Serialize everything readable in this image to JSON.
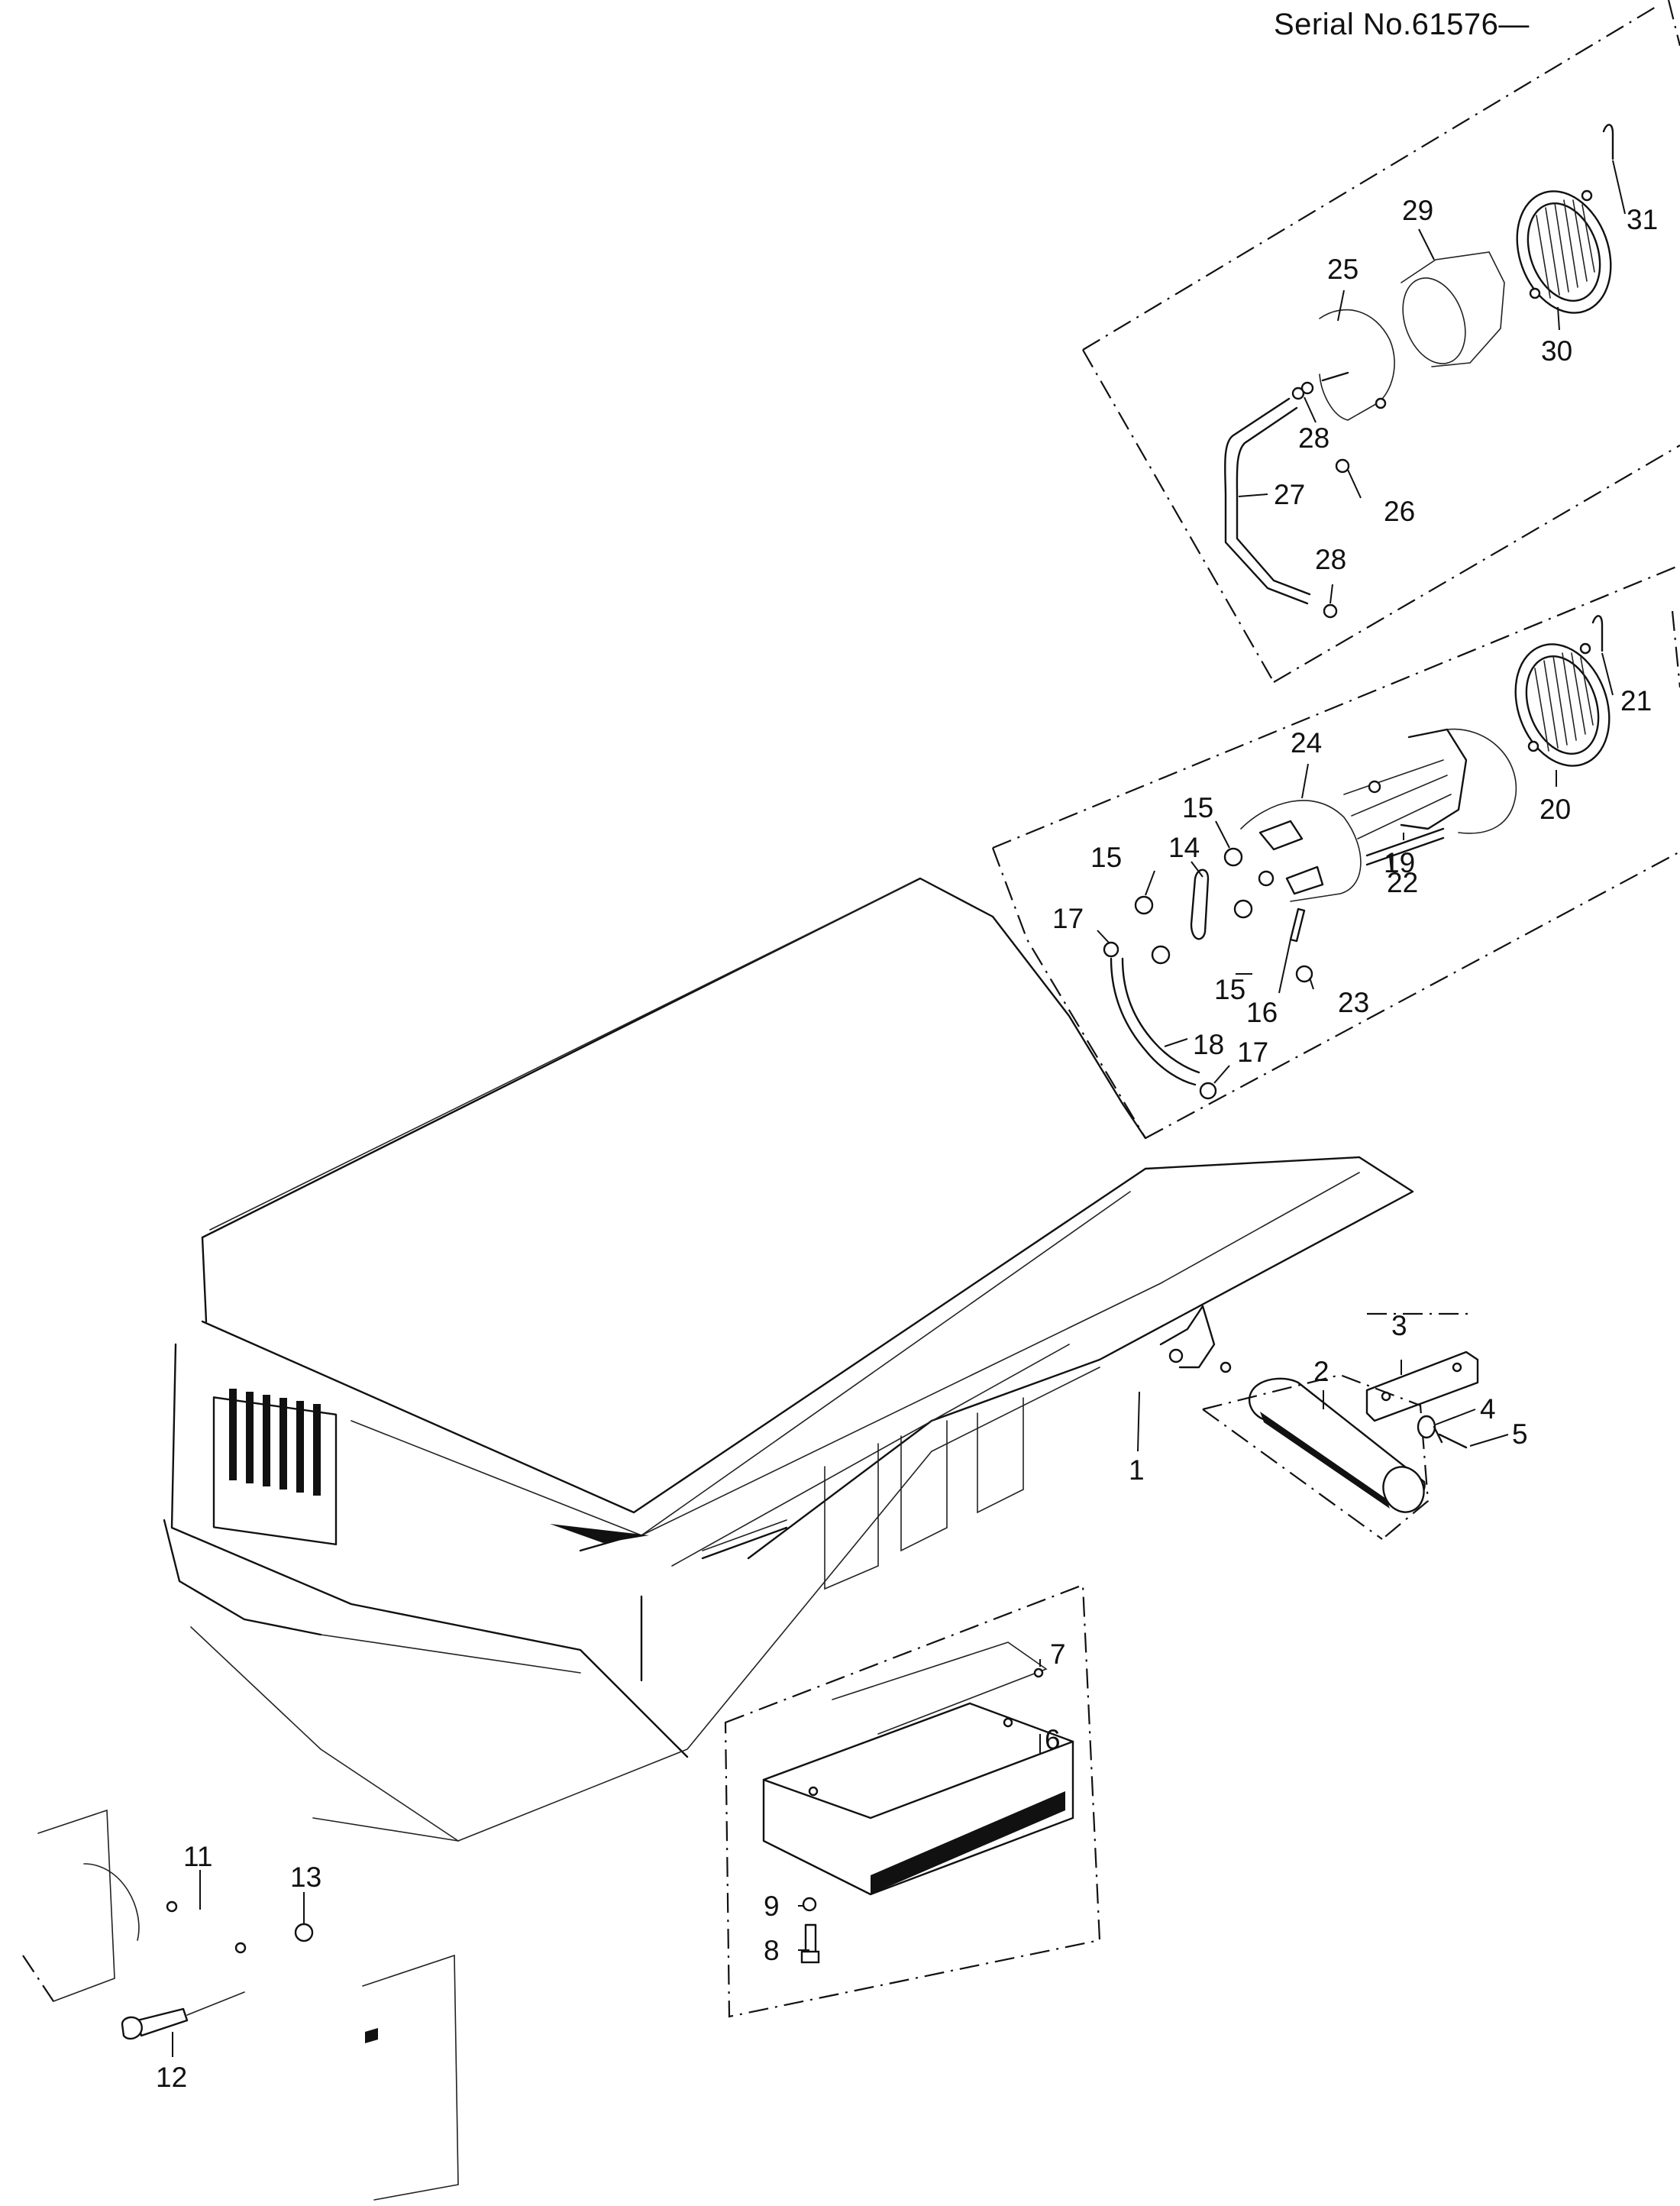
{
  "header": {
    "serial": "Serial No.61576—"
  },
  "parts": {
    "p1": "1",
    "p2": "2",
    "p3": "3",
    "p4": "4",
    "p5": "5",
    "p6": "6",
    "p7": "7",
    "p8": "8",
    "p9": "9",
    "p11": "11",
    "p12": "12",
    "p13": "13",
    "p14": "14",
    "p15a": "15",
    "p15b": "15",
    "p15c": "15",
    "p16": "16",
    "p17a": "17",
    "p17b": "17",
    "p18": "18",
    "p19": "19",
    "p20": "20",
    "p21": "21",
    "p22": "22",
    "p23": "23",
    "p24": "24",
    "p25": "25",
    "p26": "26",
    "p27": "27",
    "p28a": "28",
    "p28b": "28",
    "p29": "29",
    "p30": "30",
    "p31": "31"
  }
}
